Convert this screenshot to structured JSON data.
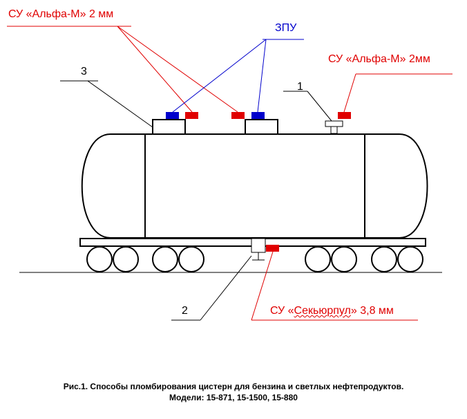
{
  "labels": {
    "seal_top_left": "СУ «Альфа-М» 2 мм",
    "zpu": "ЗПУ",
    "seal_top_right": "СУ  «Альфа-М» 2мм",
    "num_1": "1",
    "num_2": "2",
    "num_3": "3",
    "seal_bottom_prefix": "СУ  «",
    "seal_bottom_word": "Секьюрпул",
    "seal_bottom_suffix": "» 3,8 мм"
  },
  "caption": {
    "line1": "Рис.1. Способы пломбирования цистерн для бензина и светлых нефтепродуктов.",
    "line2": "Модели: 15-871, 15-1500, 15-880"
  },
  "colors": {
    "seal_red": "#e00000",
    "zpu_blue": "#0000cc",
    "outline": "#000000"
  }
}
